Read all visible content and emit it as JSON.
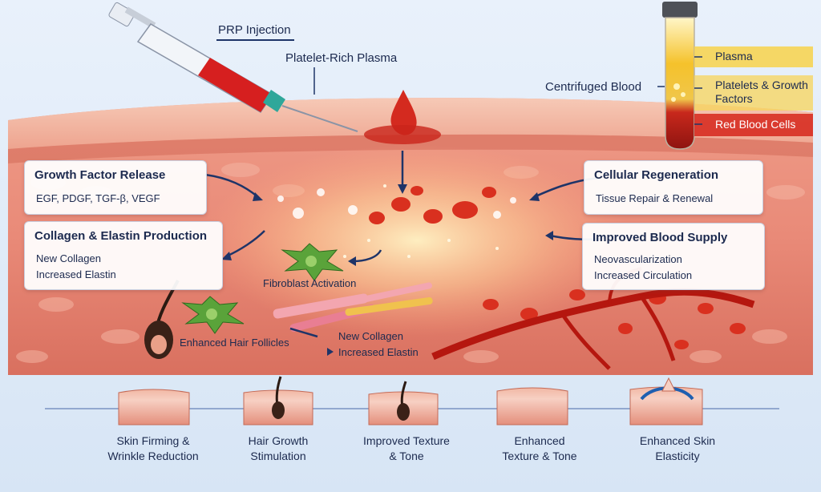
{
  "top_labels": {
    "prp_injection": "PRP Injection",
    "platelet_rich_plasma": "Platelet-Rich Plasma",
    "centrifuged_blood": "Centrifuged Blood"
  },
  "tube_layers": {
    "plasma": "Plasma",
    "platelets_line1": "Platelets & Growth",
    "platelets_line2": "Factors",
    "rbc": "Red Blood Cells"
  },
  "panels": {
    "growth": {
      "title": "Growth Factor Release",
      "items": [
        "EGF, PDGF, TGF-β, VEGF"
      ]
    },
    "collagen": {
      "title": "Collagen & Elastin Production",
      "items": [
        "New Collagen",
        "Increased Elastin"
      ]
    },
    "cellular": {
      "title": "Cellular Regeneration",
      "items": [
        "Tissue Repair & Renewal"
      ]
    },
    "blood": {
      "title": "Improved Blood Supply",
      "items": [
        "Neovascularization",
        "Increased Circulation"
      ]
    }
  },
  "tissue_labels": {
    "fibroblast": "Fibroblast Activation",
    "hair_follicles": "Enhanced Hair Follicles",
    "new_collagen": "New Collagen",
    "increased_elastin": "Increased Elastin"
  },
  "benefits": [
    {
      "line1": "Skin Firming &",
      "line2": "Wrinkle Reduction"
    },
    {
      "line1": "Hair Growth",
      "line2": "Stimulation"
    },
    {
      "line1": "Improved Texture",
      "line2": "& Tone"
    },
    {
      "line1": "Enhanced",
      "line2": "Texture & Tone"
    },
    {
      "line1": "Enhanced Skin",
      "line2": "Elasticity"
    }
  ],
  "colors": {
    "heading_text": "#1c2a4f",
    "arrow": "#1e3468",
    "skin_surface": "#f0b3a0",
    "dermis": "#e98f7f",
    "blood_red": "#d42a1f",
    "plasma_yellow": "#f5c12a",
    "fibroblast_green": "#5aa33a"
  },
  "icons": [
    "syringe-icon",
    "blood-drop-icon",
    "test-tube-icon",
    "fibroblast-cell-icon",
    "hair-follicle-icon",
    "skin-sample-icon"
  ]
}
